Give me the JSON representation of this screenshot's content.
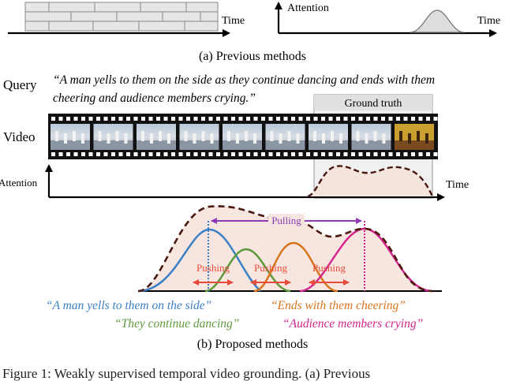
{
  "panel_a": {
    "time_label_left": "Time",
    "attention_label": "Attention",
    "time_label_right": "Time",
    "caption": "(a) Previous methods"
  },
  "panel_b": {
    "query_label": "Query",
    "query_line1": "“A man yells to them on the side as they continue dancing and ends with them",
    "query_line2": "cheering and audience members crying.”",
    "ground_truth": "Ground truth",
    "video_label": "Video",
    "attention_label": "Attention",
    "time_label": "Time",
    "pulling": "Pulling",
    "pushing": [
      "Pushing",
      "Pushing",
      "Pushing"
    ],
    "phrases": {
      "p1": "“A man yells to them on the side”",
      "p2": "“They continue dancing”",
      "p3": "“Ends with them cheering”",
      "p4": "“Audience members crying”"
    },
    "caption": "(b) Proposed methods"
  },
  "figure_caption": "Figure 1: Weakly supervised temporal video grounding. (a) Previous",
  "colors": {
    "blue": "#3b7fc4",
    "green": "#5d9a3c",
    "orange": "#d8741c",
    "magenta": "#d6248e",
    "purple": "#8e3bb8",
    "red": "#e84b3c",
    "dark_dash": "#4a1810",
    "gt_fill": "#f3e4de"
  }
}
